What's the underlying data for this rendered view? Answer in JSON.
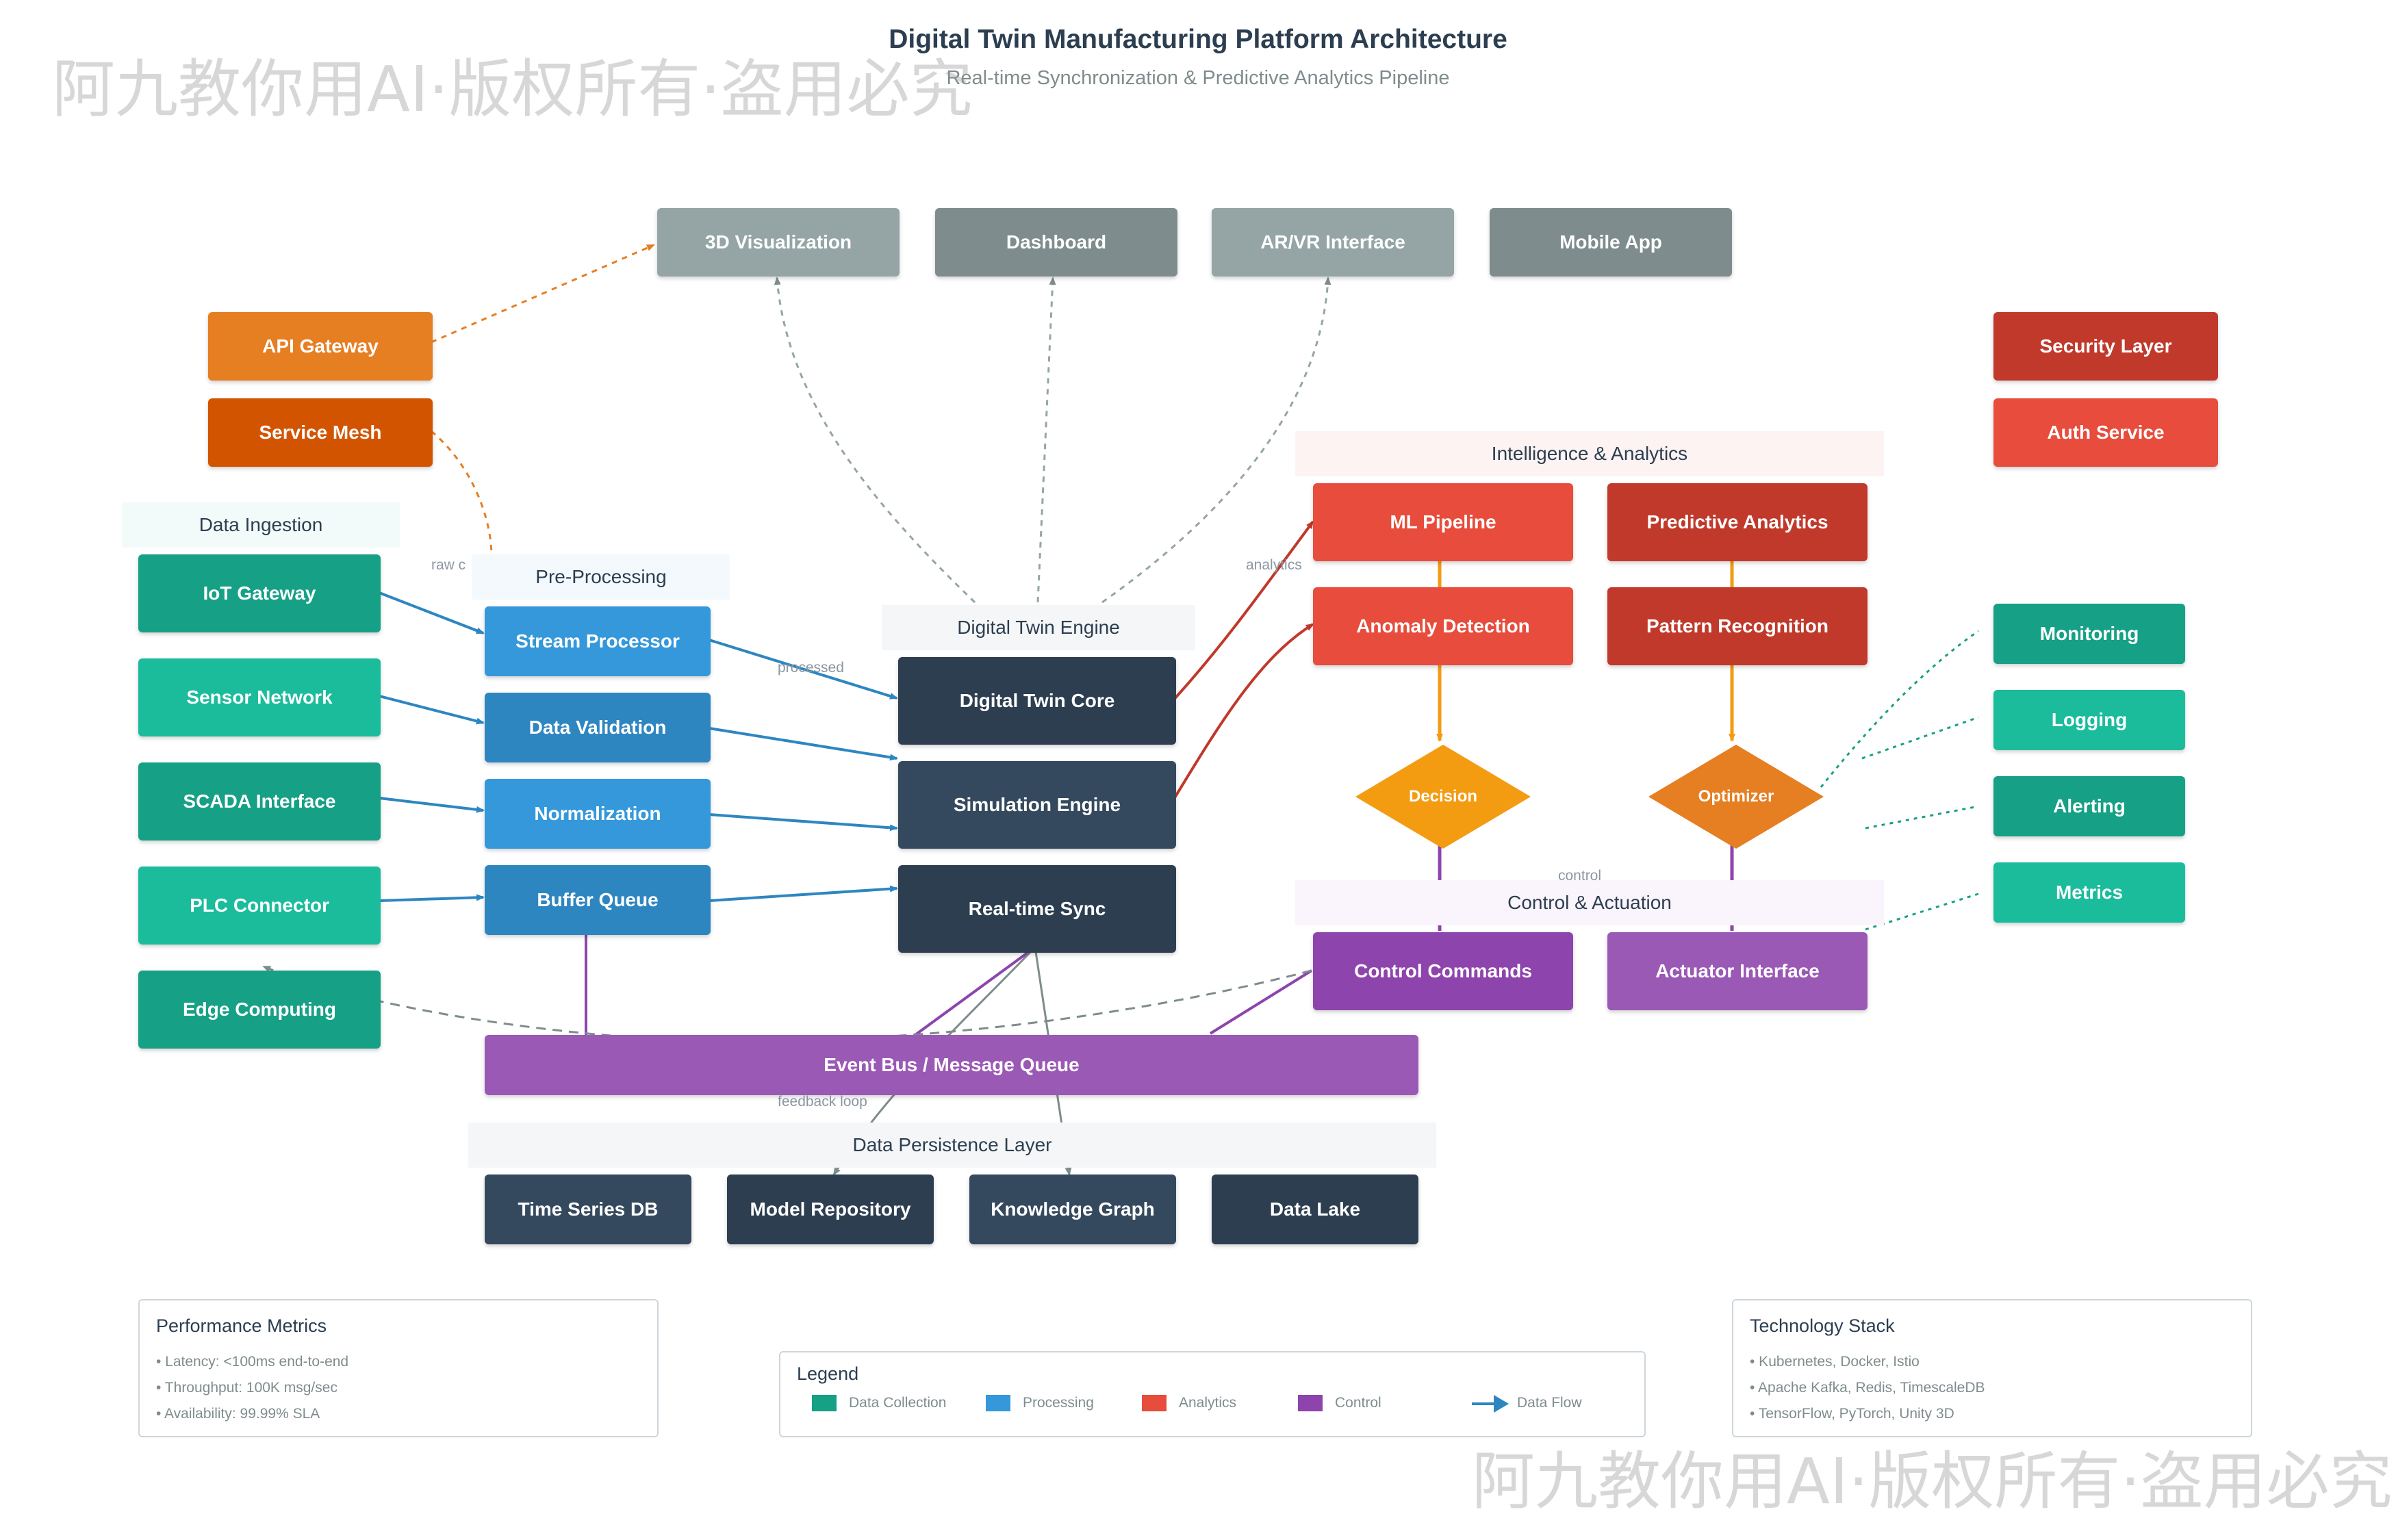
{
  "header": {
    "title": "Digital Twin Manufacturing Platform Architecture",
    "subtitle": "Real-time Synchronization & Predictive Analytics Pipeline"
  },
  "watermark": "阿九教你用AI·版权所有·盗用必究",
  "groups": {
    "data_ingestion": "Data Ingestion",
    "pre_processing": "Pre-Processing",
    "digital_twin_engine": "Digital Twin Engine",
    "intelligence": "Intelligence & Analytics",
    "control": "Control & Actuation",
    "persistence": "Data Persistence Layer"
  },
  "nodes": {
    "viz_3d": "3D Visualization",
    "dashboard": "Dashboard",
    "arvr": "AR/VR Interface",
    "mobile": "Mobile App",
    "api_gateway": "API Gateway",
    "service_mesh": "Service Mesh",
    "security": "Security Layer",
    "auth": "Auth Service",
    "iot": "IoT Gateway",
    "sensor": "Sensor Network",
    "scada": "SCADA Interface",
    "plc": "PLC Connector",
    "edge": "Edge Computing",
    "stream": "Stream Processor",
    "validation": "Data Validation",
    "normalization": "Normalization",
    "buffer": "Buffer Queue",
    "core": "Digital Twin Core",
    "simulation": "Simulation Engine",
    "sync": "Real-time Sync",
    "ml": "ML Pipeline",
    "predictive": "Predictive Analytics",
    "anomaly": "Anomaly Detection",
    "pattern": "Pattern Recognition",
    "decision": "Decision",
    "optimizer": "Optimizer",
    "commands": "Control Commands",
    "actuator": "Actuator Interface",
    "monitoring": "Monitoring",
    "logging": "Logging",
    "alerting": "Alerting",
    "metrics": "Metrics",
    "event_bus": "Event Bus / Message Queue",
    "tsdb": "Time Series DB",
    "model_repo": "Model Repository",
    "knowledge": "Knowledge Graph",
    "datalake": "Data Lake"
  },
  "edge_labels": {
    "raw": "raw c",
    "processed": "processed",
    "analytics": "analytics",
    "control": "control",
    "feedback": "feedback loop"
  },
  "performance": {
    "title": "Performance Metrics",
    "items": [
      "• Latency: <100ms end-to-end",
      "• Throughput: 100K msg/sec",
      "• Availability: 99.99% SLA"
    ]
  },
  "legend": {
    "title": "Legend",
    "items": [
      {
        "label": "Data Collection",
        "color": "#16a085"
      },
      {
        "label": "Processing",
        "color": "#3498db"
      },
      {
        "label": "Analytics",
        "color": "#e74c3c"
      },
      {
        "label": "Control",
        "color": "#8e44ad"
      }
    ],
    "flow_label": "Data Flow"
  },
  "tech": {
    "title": "Technology Stack",
    "items": [
      "• Kubernetes, Docker, Istio",
      "• Apache Kafka, Redis, TimescaleDB",
      "• TensorFlow, PyTorch, Unity 3D"
    ]
  },
  "colors": {
    "collection_dark": "#16a085",
    "collection_light": "#1abc9c",
    "processing_light": "#3498db",
    "processing_dark": "#2e86c1",
    "engine": "#2c3e50",
    "analytics_light": "#e74c3c",
    "analytics_dark": "#c0392b",
    "control": "#8e44ad",
    "control_light": "#9b59b6",
    "gray_light": "#95a5a6",
    "gray_dark": "#7f8c8d",
    "orange": "#e67e22",
    "orange_dark": "#d35400",
    "diamond": "#f39c12"
  }
}
